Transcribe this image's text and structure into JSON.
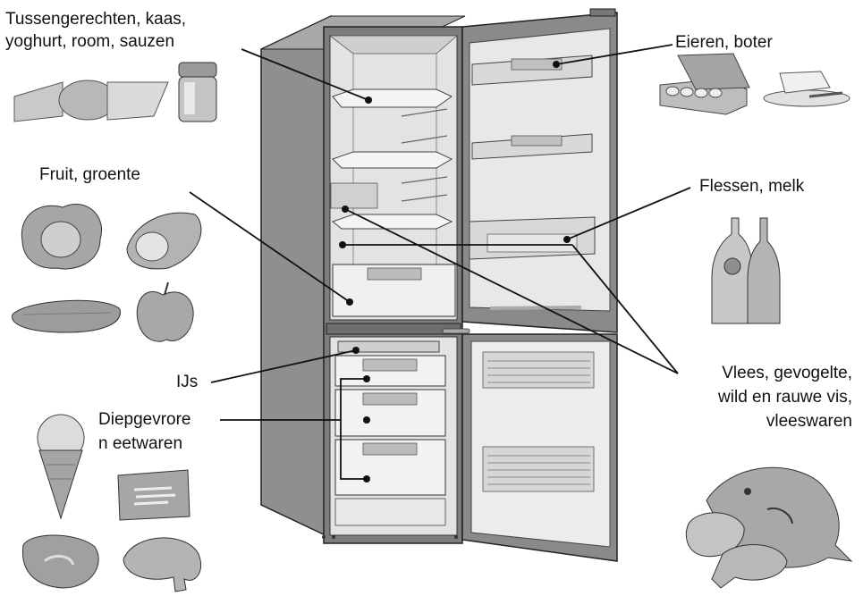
{
  "colors": {
    "cabinet": "#8f8f8f",
    "cabinet_dark": "#6f6f6f",
    "interior": "#d9d9d9",
    "panel_light": "#ededed",
    "food_gray": "#b5b5b5",
    "line": "#111111"
  },
  "labels": {
    "tussengerechten": [
      "Tussengerechten, kaas,",
      "yoghurt, room, sauzen"
    ],
    "eieren": "Eieren, boter",
    "fruit": "Fruit, groente",
    "flessen": "Flessen, melk",
    "ijs": "IJs",
    "diepgevroren": [
      "Diepgevrore",
      "n eetwaren"
    ],
    "vlees": [
      "Vlees, gevogelte,",
      "wild en rauwe vis,",
      "vleeswaren"
    ]
  },
  "icons": [
    "cheese-icon",
    "yoghurt-jar-icon",
    "egg-carton-icon",
    "butter-icon",
    "cabbage-icon",
    "melon-icon",
    "cucumber-icon",
    "apple-icon",
    "bottles-icon",
    "ice-cream-cone-icon",
    "frozen-fries-icon",
    "steak-icon",
    "chicken-leg-icon",
    "fish-meat-group-icon"
  ]
}
